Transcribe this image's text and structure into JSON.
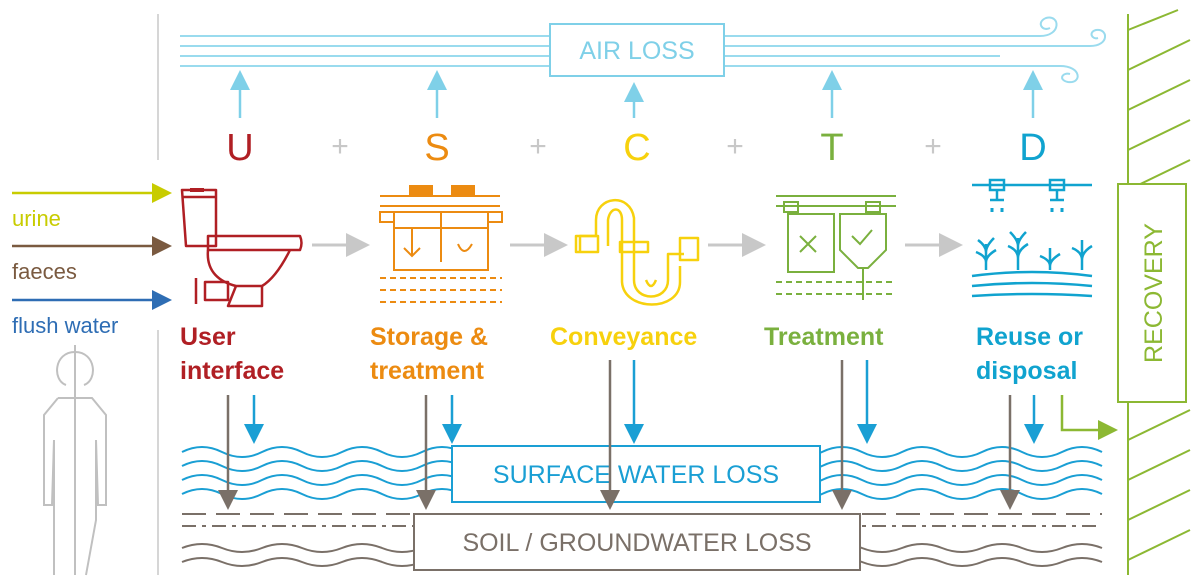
{
  "inputs": [
    {
      "label": "urine",
      "color": "#c8cc00"
    },
    {
      "label": "faeces",
      "color": "#7a5a40"
    },
    {
      "label": "flush water",
      "color": "#2e6db4"
    }
  ],
  "losses": {
    "air": {
      "label": "AIR LOSS",
      "color": "#7fd0e8"
    },
    "surface": {
      "label": "SURFACE WATER LOSS",
      "color": "#1a9fd4"
    },
    "soil": {
      "label": "SOIL / GROUNDWATER LOSS",
      "color": "#7a7068"
    }
  },
  "recovery": {
    "label": "RECOVERY",
    "color": "#8cb833"
  },
  "plus_sign": "+",
  "stages": [
    {
      "letter": "U",
      "line1": "User",
      "line2": "interface",
      "color": "#b01f24",
      "icon": "toilet-icon"
    },
    {
      "letter": "S",
      "line1": "Storage &",
      "line2": "treatment",
      "color": "#ec8b11",
      "icon": "septic-tank-icon"
    },
    {
      "letter": "C",
      "line1": "Conveyance",
      "line2": "",
      "color": "#f7d10d",
      "icon": "pipe-icon"
    },
    {
      "letter": "T",
      "line1": "Treatment",
      "line2": "",
      "color": "#7ab03e",
      "icon": "treatment-plant-icon"
    },
    {
      "letter": "D",
      "line1": "Reuse or",
      "line2": "disposal",
      "color": "#10a3cf",
      "icon": "irrigation-icon"
    }
  ]
}
